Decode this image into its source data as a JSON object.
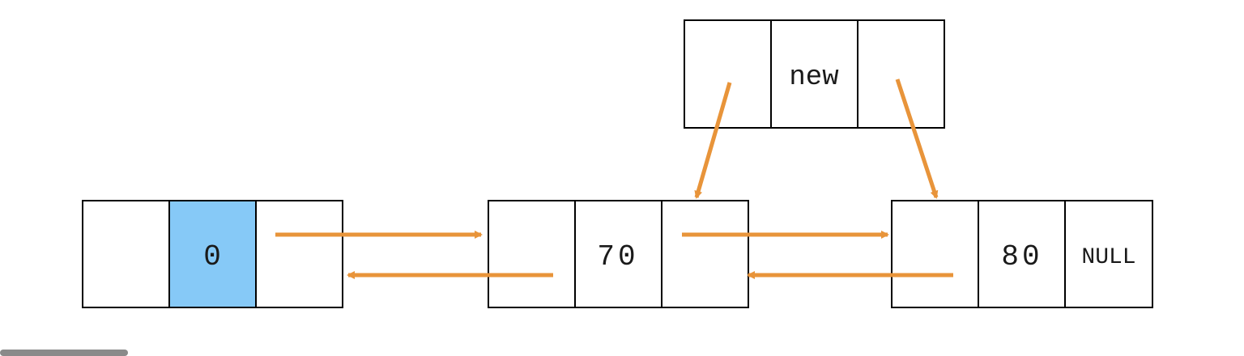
{
  "colors": {
    "arrow": "#e8943a",
    "highlight": "#86c9f7",
    "border": "#000000",
    "background": "#ffffff"
  },
  "nodes": {
    "new_node": {
      "value": "new",
      "prev": "",
      "next": ""
    },
    "head_node": {
      "value": "0",
      "prev": "",
      "next": "",
      "highlighted": true
    },
    "node_70": {
      "value": "70",
      "prev": "",
      "next": ""
    },
    "node_80": {
      "value": "80",
      "prev": "",
      "next": "NULL"
    }
  }
}
